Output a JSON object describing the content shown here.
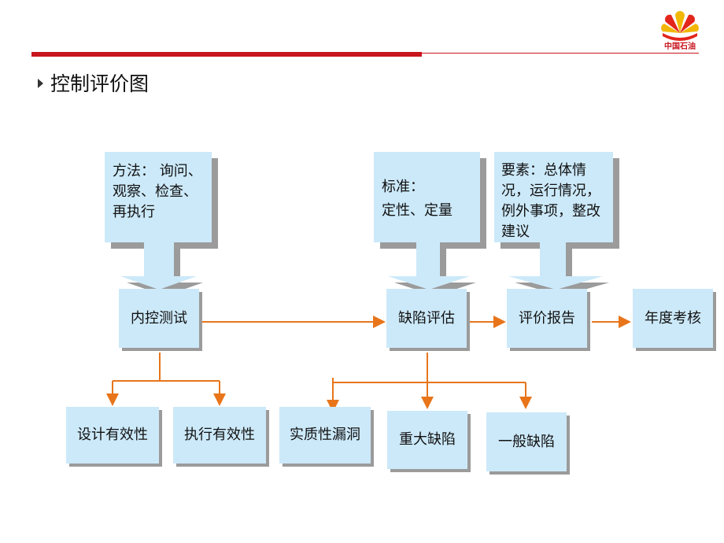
{
  "brand": {
    "logo_text": "中国石油"
  },
  "title": "控制评价图",
  "callouts": {
    "method": "方法：    询问、观察、检查、再执行",
    "standard_label": "标准：",
    "standard_value": "定性、定量",
    "elements": "要素：总体情况，运行情况，例外事项，整改建议"
  },
  "nodes": {
    "test": "内控测试",
    "assess": "缺陷评估",
    "report": "评价报告",
    "annual": "年度考核",
    "design": "设计有效性",
    "execution": "执行有效性",
    "substantive": "实质性漏洞",
    "major": "重大缺陷",
    "general": "一般缺陷"
  },
  "colors": {
    "accent": "#c8161d",
    "box_fill": "#cce9f9",
    "arrow": "#e8751a"
  }
}
